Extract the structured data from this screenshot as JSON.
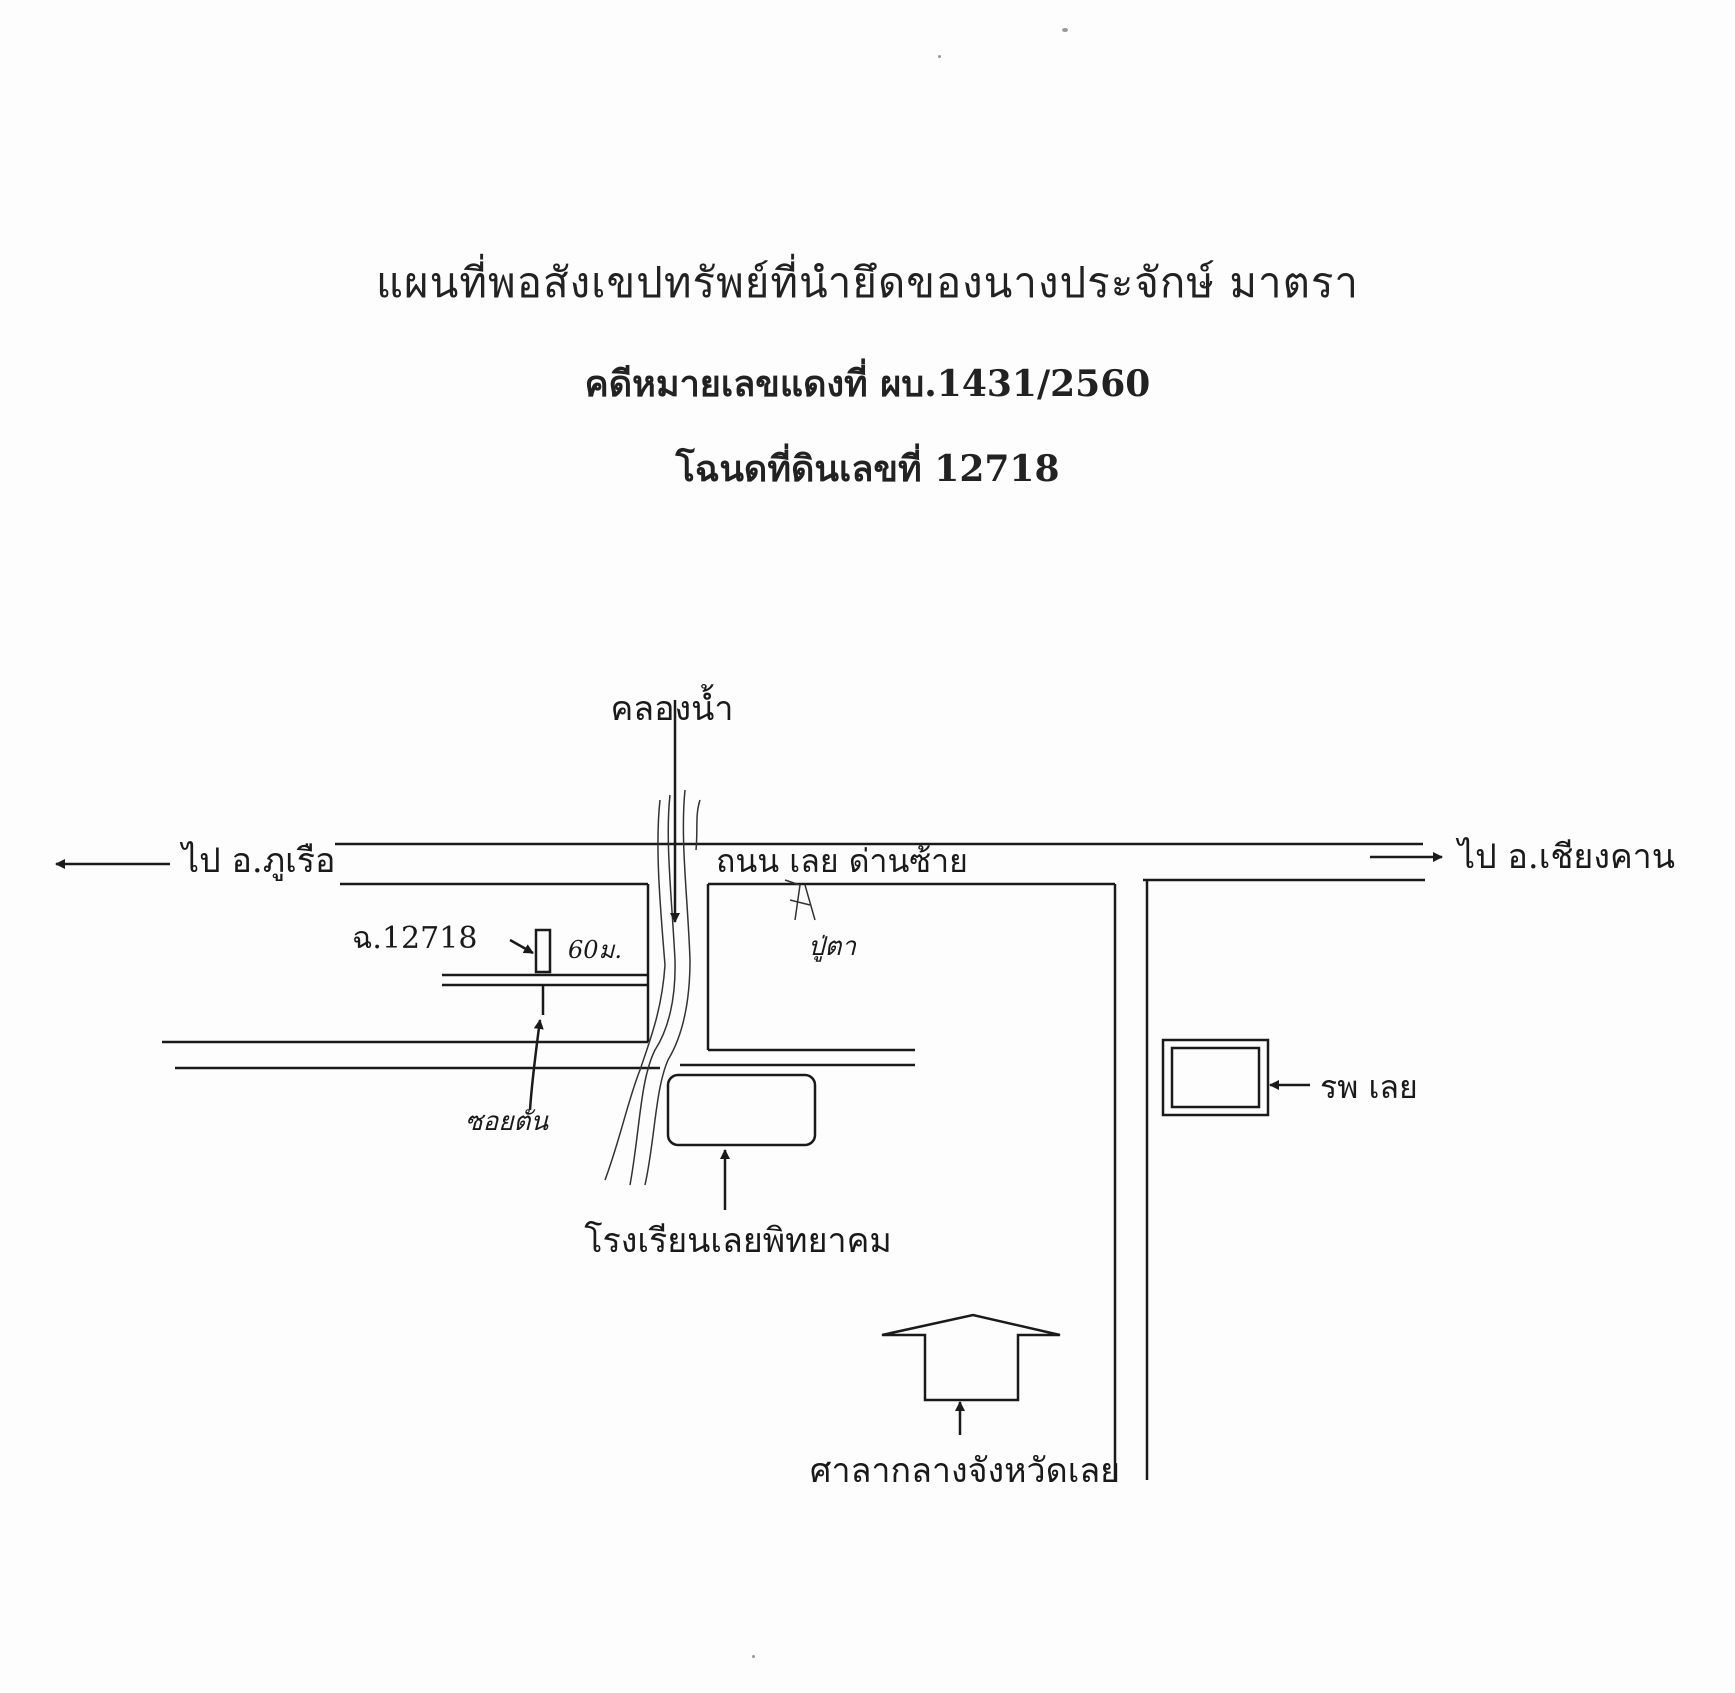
{
  "header": {
    "title": "แผนที่พอสังเขปทรัพย์ที่นำยึดของนางประจักษ์ มาตรา",
    "case_number": "คดีหมายเลขแดงที่ ผบ.1431/2560",
    "deed_number": "โฉนดที่ดินเลขที่ 12718"
  },
  "map": {
    "canal_label": "คลองน้ำ",
    "to_left_label": "ไป อ.ภูเรือ",
    "to_right_label": "ไป อ.เชียงคาน",
    "main_road_label": "ถนน เลย ด่านซ้าย",
    "deed_label": "ฉ.12718",
    "distance_label": "60ม.",
    "soi_label": "ซอยตัน",
    "shrine_label": "ปู่ตา",
    "school_label": "โรงเรียนเลยพิทยาคม",
    "hospital_label": "รพ เลย",
    "court_label": "ศาลากลางจังหวัดเลย"
  },
  "colors": {
    "ink": "#1a1a1a",
    "paper": "#fdfdfd"
  }
}
